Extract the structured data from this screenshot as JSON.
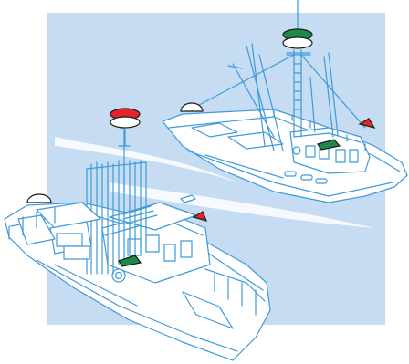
{
  "illustration": {
    "subject": "",
    "vessels": [
      {
        "id": "boat-rear",
        "masthead_light": "white",
        "all_round_light": "green-over-white",
        "sidelights": {
          "port": "red",
          "starboard": "green"
        },
        "stern_light": "white"
      },
      {
        "id": "boat-front",
        "masthead_light": "white",
        "all_round_light": "red-over-white",
        "sidelights": {
          "port": "red",
          "starboard": "green"
        },
        "stern_light": "white"
      }
    ]
  },
  "colors": {
    "background_panel": "#c5dcf2",
    "hull_fill": "#ffffff",
    "outline": "#3f9ad9",
    "light_red": "#e3242b",
    "light_green": "#1d8a4a",
    "light_white": "#ffffff",
    "light_dark_outline": "#1a1a1a",
    "wake": "#ffffff"
  }
}
